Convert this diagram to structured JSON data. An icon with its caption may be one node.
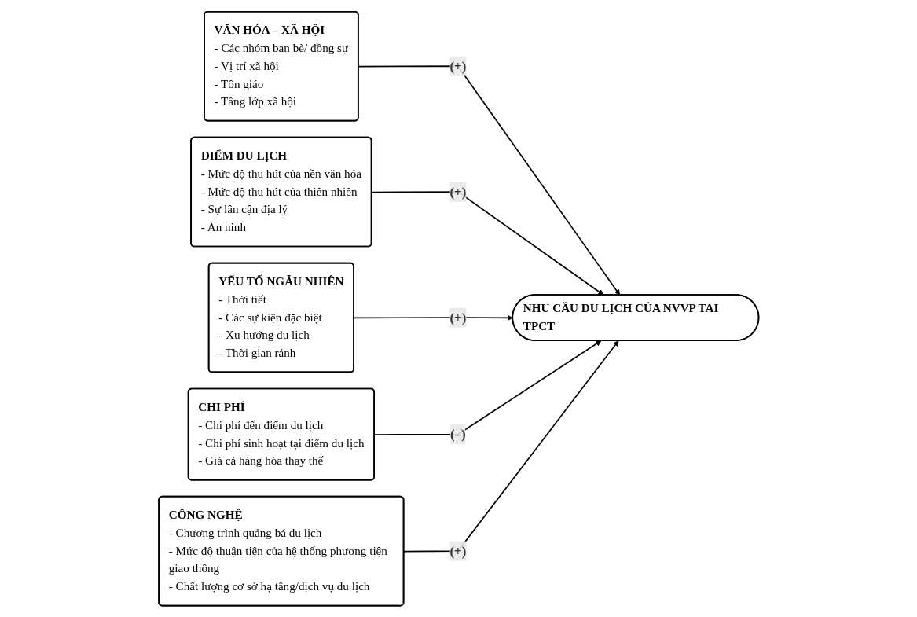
{
  "diagram": {
    "nodes": [
      {
        "text": [
          "VĂN HÓA – XÃ HỘI",
          "- Các nhóm bạn bè/ đồng sự",
          "- Vị trí xã hội",
          "- Tôn giáo",
          "- Tầng lớp xã hội"
        ]
      },
      {
        "text": [
          "ĐIỂM DU LỊCH",
          "- Mức độ thu hút của nền văn hóa",
          "- Mức độ thu hút của thiên nhiên",
          "- Sự lân cận địa lý",
          "- An ninh"
        ]
      },
      {
        "text": [
          "YẾU TỐ NGẪU NHIÊN",
          "- Thời tiết",
          "- Các sự kiện đặc biệt",
          "- Xu hướng du lịch",
          "- Thời gian rảnh"
        ]
      },
      {
        "text": [
          "NHU CẦU DU LỊCH CỦA NVVP TAI TPCT"
        ]
      },
      {
        "text": [
          "CHI PHÍ",
          "- Chi phí đến điểm du lịch",
          "- Chi phí sinh hoạt tại điểm du lịch",
          "- Giá cả hàng hóa thay thế"
        ]
      },
      {
        "text": [
          "CÔNG NGHỆ",
          "- Chương trình quảng bá du lịch",
          "- Mức độ thuận tiện của hệ thống phương tiện giao thông",
          "- Chất lượng cơ sở hạ tầng/dịch vụ du lịch"
        ]
      }
    ],
    "edges": [
      {
        "from": 0,
        "to": 3,
        "arrow": "to",
        "label": "(+)"
      },
      {
        "from": 1,
        "to": 3,
        "arrow": "to",
        "label": "(+)"
      },
      {
        "from": 2,
        "to": 3,
        "arrow": "to",
        "label": "(+)"
      },
      {
        "from": 4,
        "to": 3,
        "arrow": "to",
        "label": "(–)"
      },
      {
        "from": 5,
        "to": 3,
        "arrow": "to",
        "label": "(+)"
      }
    ]
  }
}
